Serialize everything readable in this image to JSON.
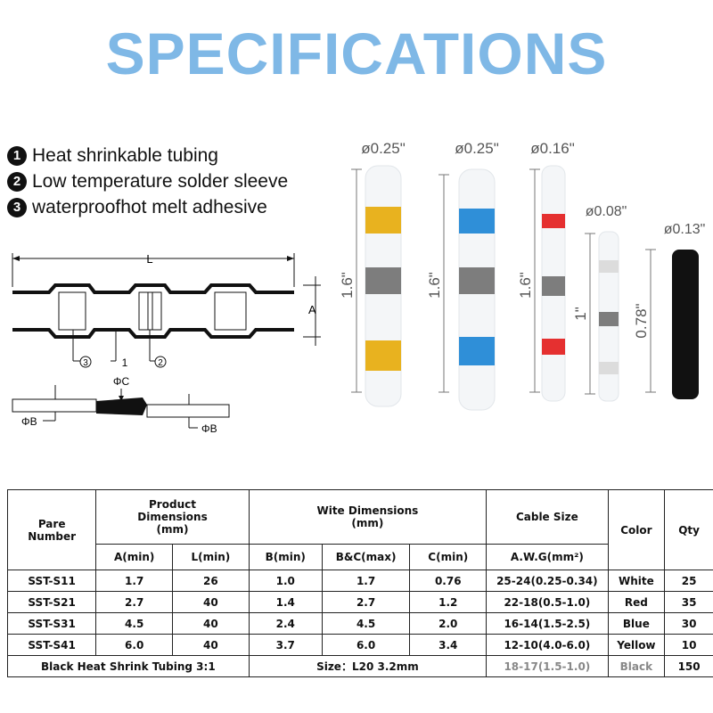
{
  "title": "SPECIFICATIONS",
  "legend": [
    {
      "num": "1",
      "text": "Heat shrinkable tubing"
    },
    {
      "num": "2",
      "text": "Low temperature solder sleeve"
    },
    {
      "num": "3",
      "text": "waterproofhot melt adhesive"
    }
  ],
  "diagram": {
    "length_label": "L",
    "diameter_label": "A",
    "callouts": {
      "one": "1",
      "two": "2",
      "three": "3"
    },
    "phi_c": "ΦC",
    "phi_b_left": "ΦB",
    "phi_b_right": "ΦB"
  },
  "products": [
    {
      "diameter": "ø0.25\"",
      "length": "1.6\"",
      "band_color": "#e8b21f"
    },
    {
      "diameter": "ø0.25\"",
      "length": "1.6\"",
      "band_color": "#2f8fd8"
    },
    {
      "diameter": "ø0.16\"",
      "length": "1.6\"",
      "band_color": "#e53030"
    },
    {
      "diameter": "ø0.08\"",
      "length": "1\"",
      "band_color": "#dcdcdc"
    },
    {
      "diameter": "ø0.13\"",
      "length": "0.78\"",
      "band_color": "#111111"
    }
  ],
  "table": {
    "headers": {
      "pare_number": "Pare\nNumber",
      "product_dimensions": "Product\nDimensions\n(mm)",
      "wite_dimensions": "Wite Dimensions\n(mm)",
      "cable_size": "Cable Size",
      "color": "Color",
      "qty": "Qty"
    },
    "subheaders": {
      "a_min": "A(min)",
      "l_min": "L(min)",
      "b_min": "B(min)",
      "bc_max": "B&C(max)",
      "c_min": "C(min)",
      "awg": "A.W.G(mm²)"
    },
    "rows": [
      {
        "part": "SST-S11",
        "a": "1.7",
        "l": "26",
        "b": "1.0",
        "bc": "1.7",
        "c": "0.76",
        "awg": "25-24(0.25-0.34)",
        "color": "White",
        "qty": "25"
      },
      {
        "part": "SST-S21",
        "a": "2.7",
        "l": "40",
        "b": "1.4",
        "bc": "2.7",
        "c": "1.2",
        "awg": "22-18(0.5-1.0)",
        "color": "Red",
        "qty": "35"
      },
      {
        "part": "SST-S31",
        "a": "4.5",
        "l": "40",
        "b": "2.4",
        "bc": "4.5",
        "c": "2.0",
        "awg": "16-14(1.5-2.5)",
        "color": "Blue",
        "qty": "30"
      },
      {
        "part": "SST-S41",
        "a": "6.0",
        "l": "40",
        "b": "3.7",
        "bc": "6.0",
        "c": "3.4",
        "awg": "12-10(4.0-6.0)",
        "color": "Yellow",
        "qty": "10"
      }
    ],
    "footer": {
      "name": "Black Heat Shrink Tubing 3:1",
      "size": "Size：L20 3.2mm",
      "awg": "18-17(1.5-1.0)",
      "color": "Black",
      "qty": "150"
    }
  }
}
